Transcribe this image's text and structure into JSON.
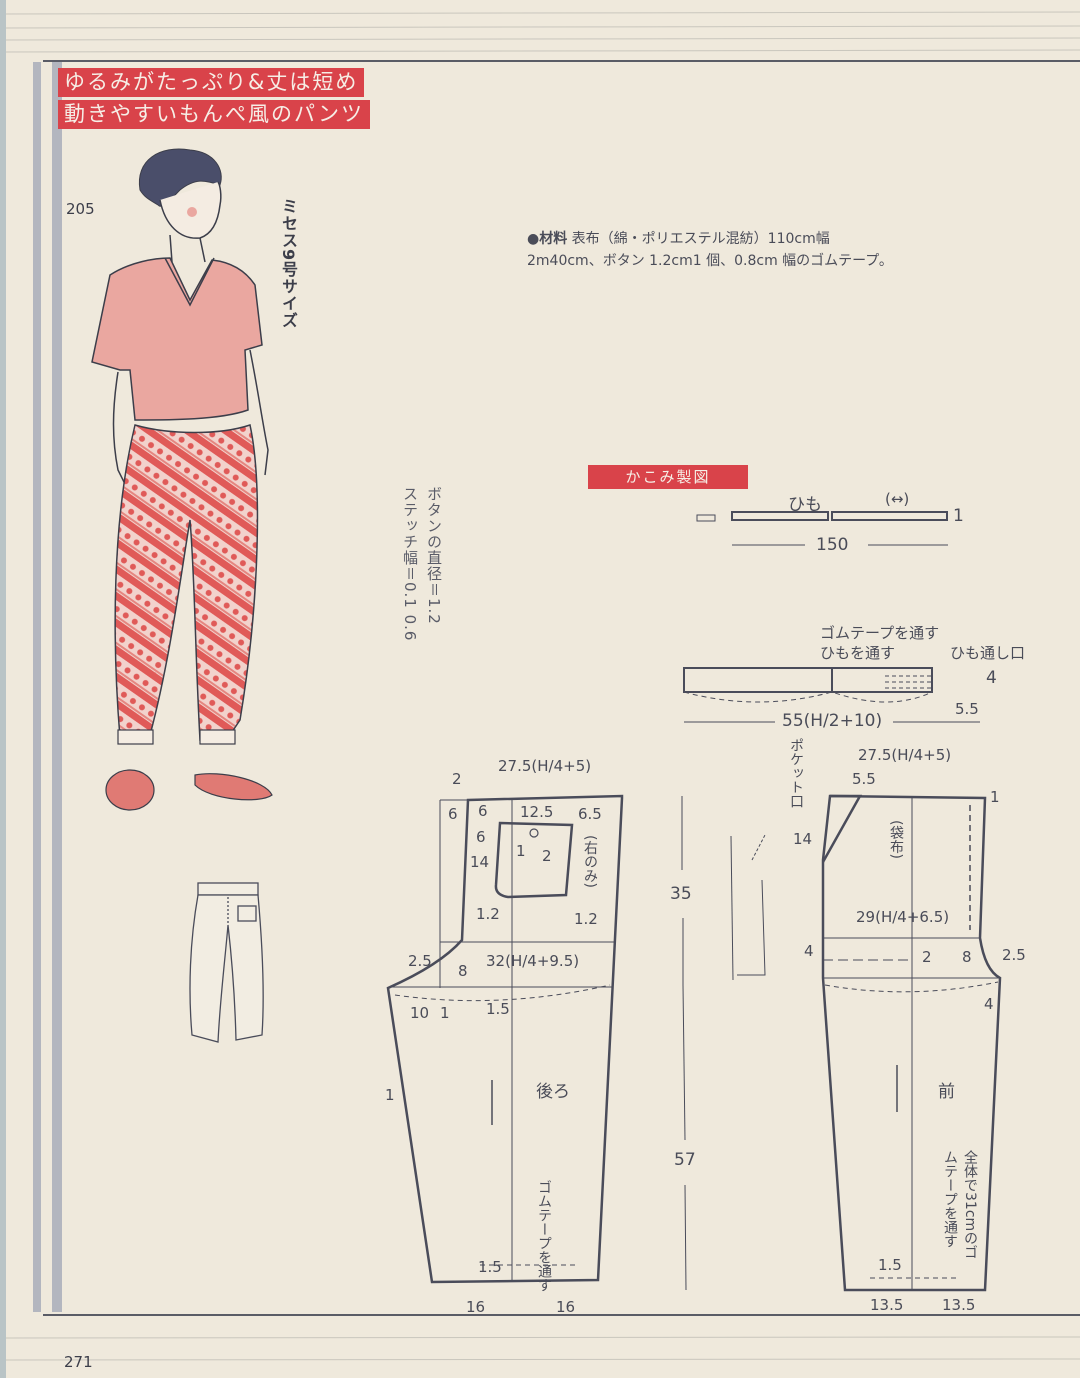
{
  "header": {
    "title_line1": "ゆるみがたっぷり&丈は短め",
    "title_line2": "動きやすいもんぺ風のパンツ"
  },
  "item_number": "205",
  "size_label": "ミセス9号サイズ",
  "materials": {
    "bullet": "●材料",
    "text": "表布（綿・ポリエステル混紡）110cm幅 2m40cm、ボタン 1.2cm1 個、0.8cm 幅のゴムテープ。"
  },
  "notes": {
    "button_diameter": "ボタンの直径＝1.2",
    "stitch_width": "ステッチ幅＝0.1 0.6"
  },
  "section_label": "かこみ製図",
  "tie": {
    "label": "ひも",
    "grain_mark": "(↔)",
    "width": "1",
    "length": "150"
  },
  "waistband": {
    "elastic_note": "ゴムテープを通す",
    "tie_note": "ひもを通す",
    "tie_opening": "ひも通し口",
    "height": "4",
    "opening_size": "5.5",
    "length": "55(H/2+10)"
  },
  "back_piece": {
    "label": "後ろ",
    "waist": "27.5(H/4+5)",
    "hip": "32(H/4+9.5)",
    "dims": [
      "2",
      "6",
      "6",
      "6",
      "12.5",
      "6.5",
      "14",
      "1.2",
      "1.2",
      "1",
      "2",
      "2.5",
      "8",
      "10",
      "1",
      "1.5",
      "1",
      "1.5",
      "16",
      "16"
    ],
    "pocket_note": "(右のみ)",
    "hem_note": "ゴムテープを通す"
  },
  "front_piece": {
    "label": "前",
    "waist": "27.5(H/4+5)",
    "hip": "29(H/4+6.5)",
    "pocket_opening": "ポケット口",
    "pocket_bag": "(袋布)",
    "dims": [
      "5.5",
      "14",
      "1",
      "4",
      "2",
      "8",
      "2.5",
      "4",
      "1.5",
      "13.5",
      "13.5"
    ],
    "hem_note": "全体で31cmのゴムテープを通す"
  },
  "vertical_dims": {
    "upper": "35",
    "lower": "57"
  },
  "page_number": "271",
  "colors": {
    "accent_red": "#d9434a",
    "paper": "#efe9dc",
    "ink": "#4a4c5a",
    "pink": "#e9a39c"
  }
}
